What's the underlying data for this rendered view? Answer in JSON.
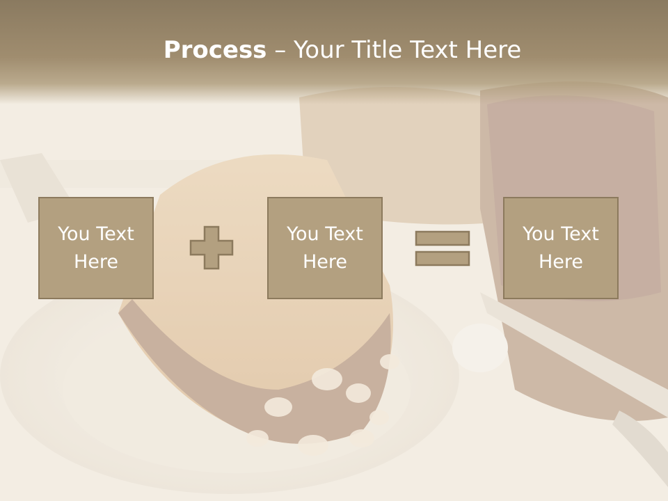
{
  "title": {
    "strong": "Process",
    "rest": " – Your Title Text Here"
  },
  "process": {
    "boxes": [
      {
        "label": "You Text Here"
      },
      {
        "label": "You Text Here"
      },
      {
        "label": "You Text Here"
      }
    ],
    "operators": [
      "plus-icon",
      "equals-icon"
    ]
  },
  "colors": {
    "title_band": "#8a7a60",
    "box_fill": "#b3a080",
    "box_border": "#8c7a5d",
    "text": "#ffffff"
  }
}
